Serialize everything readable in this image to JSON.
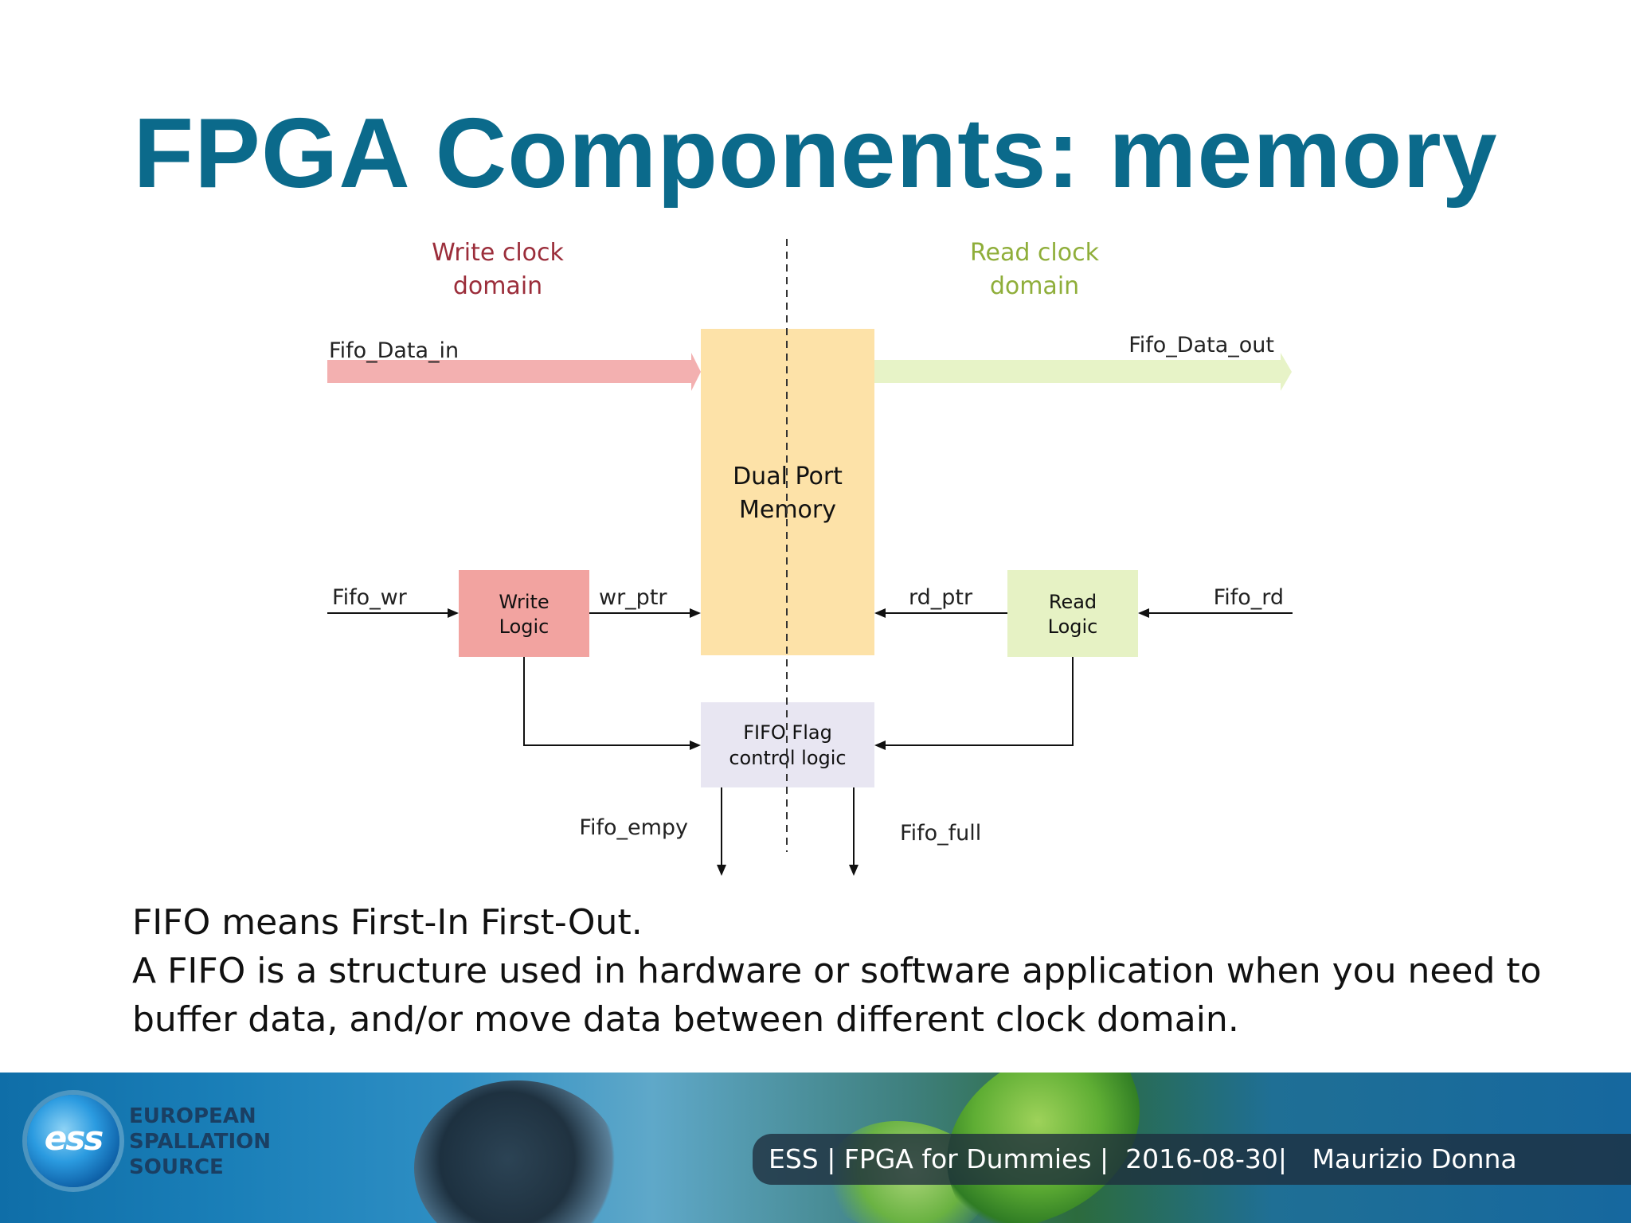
{
  "slide": {
    "title": "FPGA Components: memory"
  },
  "diagram": {
    "write_domain": [
      "Write clock",
      "domain"
    ],
    "read_domain": [
      "Read clock",
      "domain"
    ],
    "fifo_data_in": "Fifo_Data_in",
    "fifo_data_out": "Fifo_Data_out",
    "memory": [
      "Dual Port",
      "Memory"
    ],
    "fifo_wr": "Fifo_wr",
    "write_logic": [
      "Write",
      "Logic"
    ],
    "wr_ptr": "wr_ptr",
    "rd_ptr": "rd_ptr",
    "read_logic": [
      "Read",
      "Logic"
    ],
    "fifo_rd": "Fifo_rd",
    "flag_logic": [
      "FIFO Flag",
      "control logic"
    ],
    "fifo_empy": "Fifo_empy",
    "fifo_full": "Fifo_full",
    "colors": {
      "write_domain": "#9b2d3a",
      "read_domain": "#8fae3a",
      "data_in_arrow": "#f2a7a7",
      "data_out_arrow": "#e6f2c4",
      "memory": "#fddf9e",
      "write_logic": "#f2a3a0",
      "read_logic": "#e6f2c4",
      "flag_logic": "#e8e6f2",
      "lines": "#111111"
    }
  },
  "body": {
    "lines": [
      "FIFO means First-In First-Out.",
      "A FIFO is a structure used in hardware or software application when you need to",
      "buffer data, and/or move data between different clock domain."
    ]
  },
  "footer": {
    "logo_text": "ess",
    "org_name": [
      "EUROPEAN",
      "SPALLATION",
      "SOURCE"
    ],
    "text": "ESS | FPGA for Dummies |  2016-08-30|   Maurizio Donna"
  }
}
